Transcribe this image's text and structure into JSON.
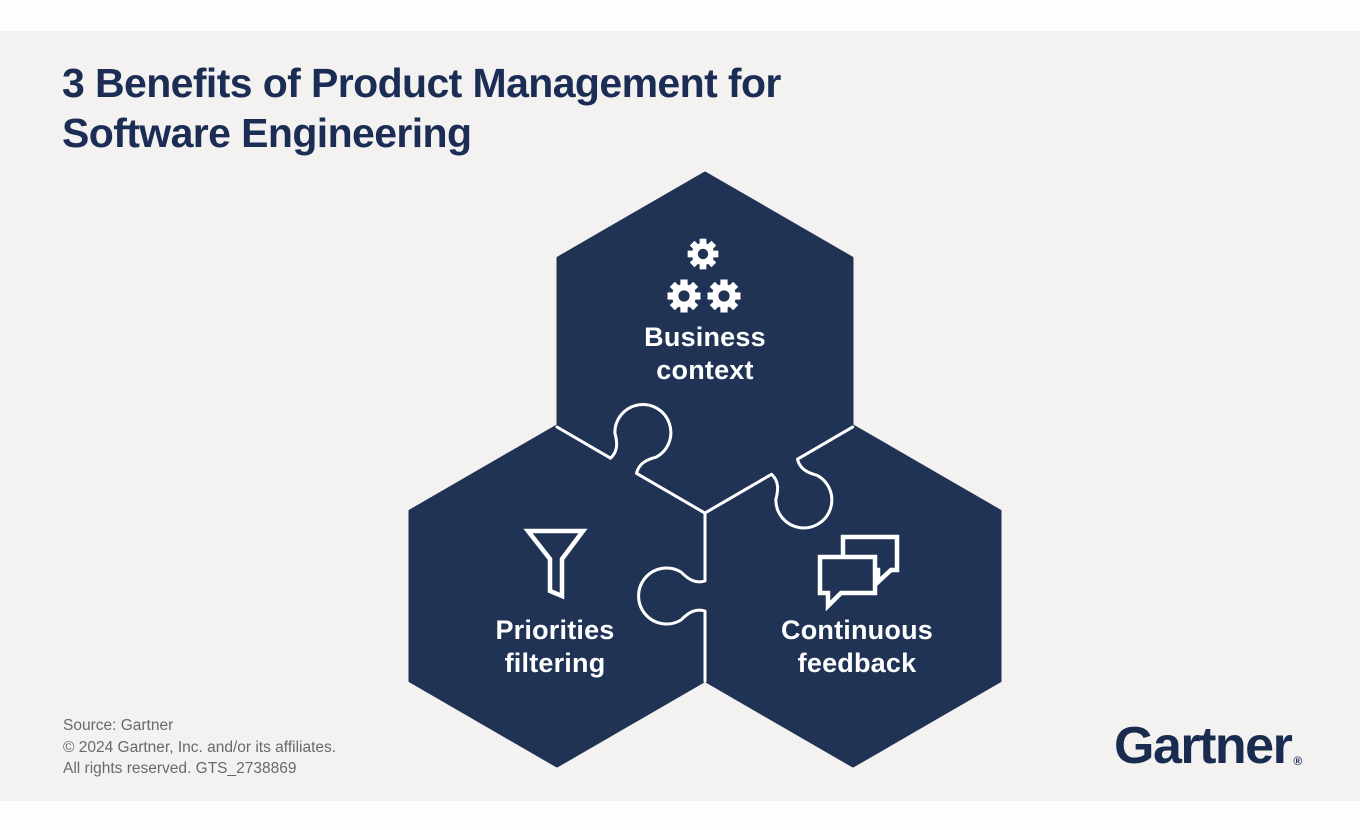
{
  "title": {
    "line1": "3 Benefits of Product Management for",
    "line2": "Software Engineering"
  },
  "pieces": [
    {
      "id": "business-context",
      "icon": "gears-icon",
      "line1": "Business",
      "line2": "context"
    },
    {
      "id": "priorities-filtering",
      "icon": "funnel-icon",
      "line1": "Priorities",
      "line2": "filtering"
    },
    {
      "id": "continuous-feedback",
      "icon": "chat-bubbles-icon",
      "line1": "Continuous",
      "line2": "feedback"
    }
  ],
  "footer": {
    "line1": "Source: Gartner",
    "line2": "© 2024 Gartner, Inc. and/or its affiliates.",
    "line3": "All rights reserved. GTS_2738869"
  },
  "logo": {
    "wordmark": "Gartner",
    "registered_mark": "®"
  },
  "colors": {
    "navy": "#203355",
    "title_navy": "#1b2d55",
    "logo_navy": "#1a2b50",
    "canvas_gray": "#f3f2f0",
    "frame_white": "#fdfdfd",
    "footer_gray": "#68696b",
    "white": "#ffffff"
  }
}
